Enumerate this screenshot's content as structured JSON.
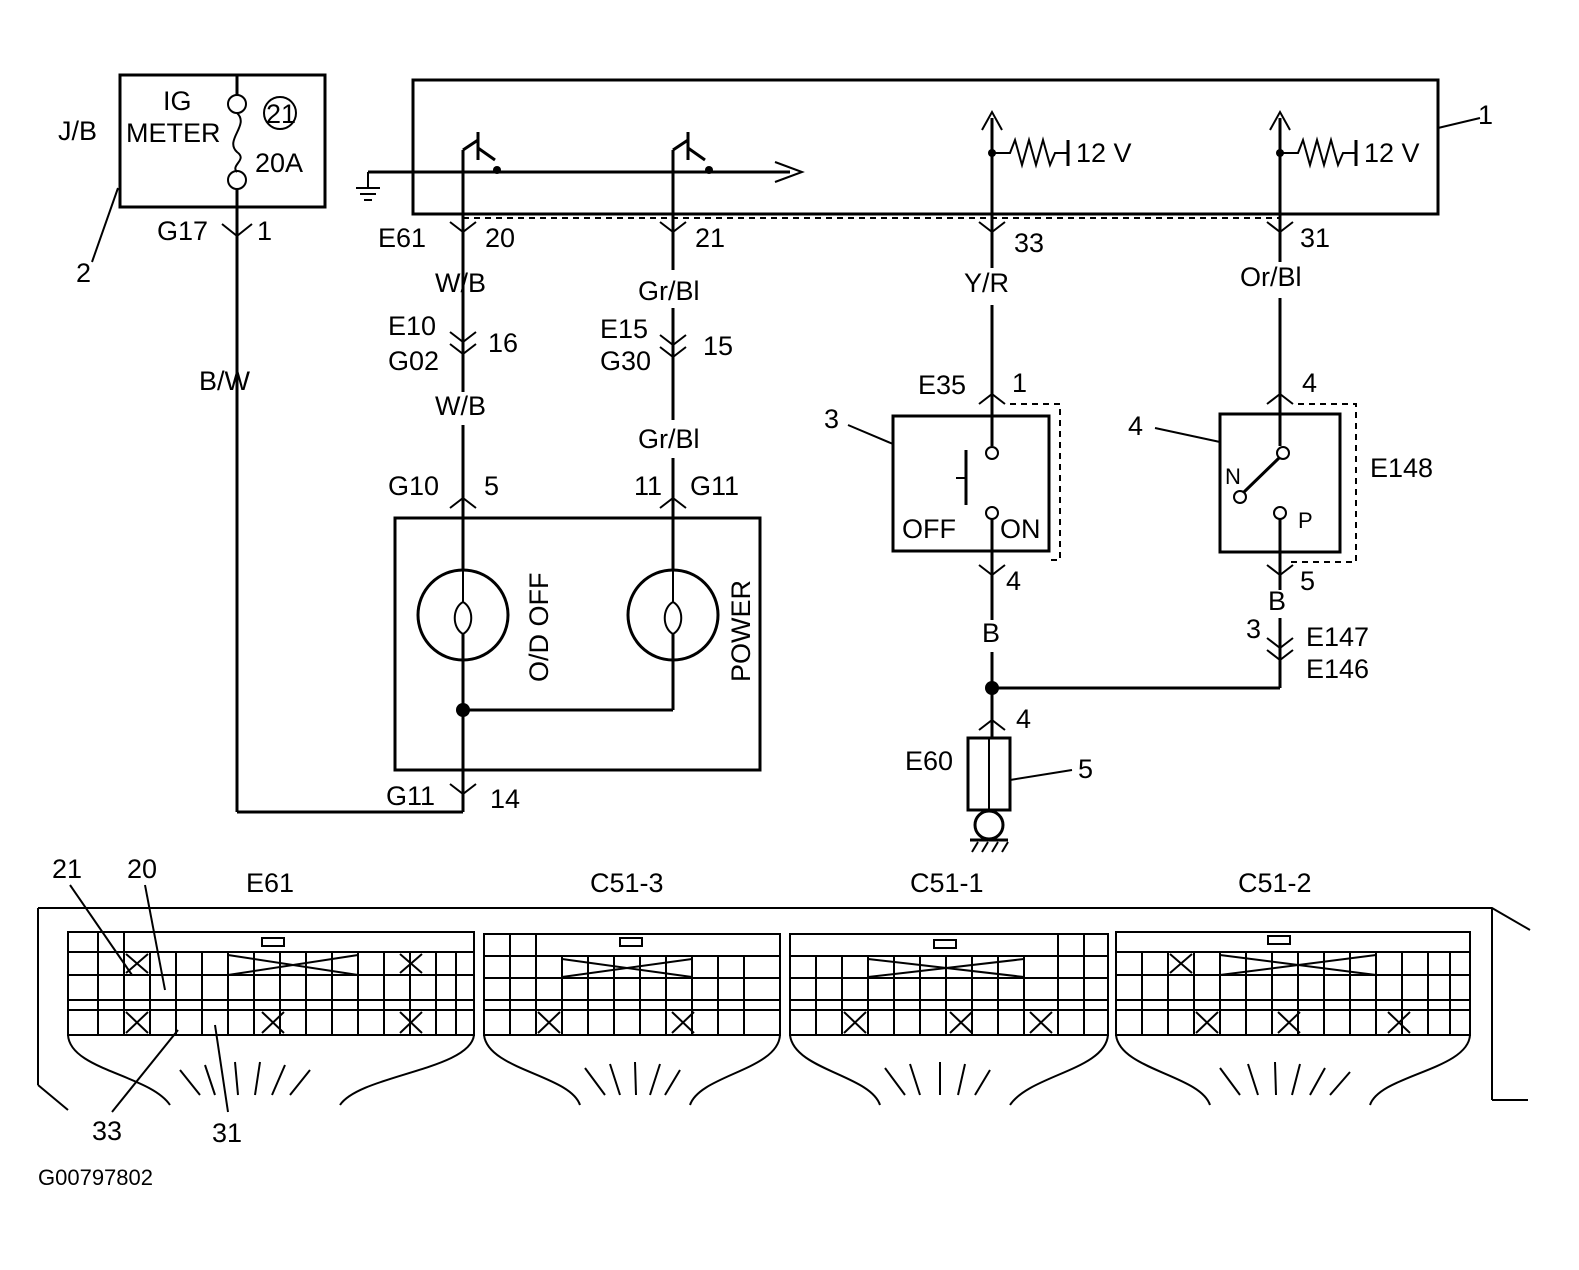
{
  "jb": {
    "name": "J/B",
    "line1": "IG",
    "line2": "METER",
    "fuse_num": "21",
    "fuse_rating": "20A",
    "connector": "G17",
    "pin": "1",
    "callout": "2"
  },
  "ecu": {
    "callout": "1",
    "voltage_a": "12 V",
    "voltage_b": "12 V"
  },
  "ecu_connector": {
    "name": "E61",
    "pins": [
      "20",
      "21",
      "33",
      "31"
    ]
  },
  "wires": {
    "bw": "B/W",
    "wb_top": "W/B",
    "wb_bot": "W/B",
    "grbl_top": "Gr/Bl",
    "grbl_bot": "Gr/Bl",
    "yr": "Y/R",
    "orbl": "Or/Bl",
    "b_left": "B",
    "b_right": "B"
  },
  "connectors": {
    "e10": "E10",
    "g02": "G02",
    "pin16": "16",
    "e15": "E15",
    "g30": "G30",
    "pin15": "15",
    "g10": "G10",
    "pin5": "5",
    "pin11": "11",
    "g11_top": "G11",
    "g11_bot": "G11",
    "pin14": "14",
    "e35": "E35",
    "e35_pin1": "1",
    "e35_pin4": "4",
    "e148": "E148",
    "e148_pin4": "4",
    "e148_pin5": "5",
    "e147": "E147",
    "e146": "E146",
    "e147_pin3": "3",
    "e60": "E60",
    "e60_pin4": "4"
  },
  "lamps": {
    "od_off": "O/D OFF",
    "power": "POWER"
  },
  "switch3": {
    "callout": "3",
    "off": "OFF",
    "on": "ON"
  },
  "switch4": {
    "callout": "4",
    "n": "N",
    "p": "P"
  },
  "ground5": {
    "callout": "5"
  },
  "bottom": {
    "connectors": [
      "E61",
      "C51-3",
      "C51-1",
      "C51-2"
    ],
    "pin_callouts": [
      "21",
      "20",
      "33",
      "31"
    ]
  },
  "figure_id": "G00797802"
}
